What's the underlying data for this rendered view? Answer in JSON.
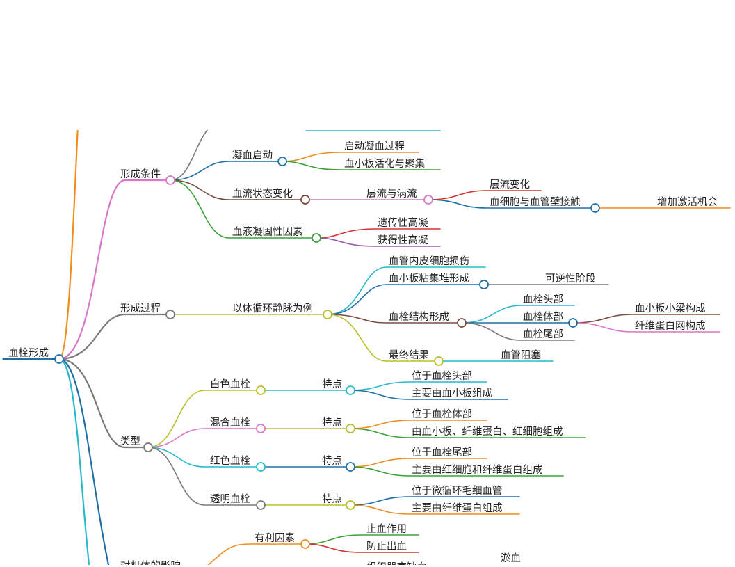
{
  "colors": {
    "orange": "#f08c1c",
    "pink": "#d977c8",
    "gray": "#7a7a7a",
    "blue": "#1f6fa6",
    "cyan": "#27b8cc",
    "green": "#3aa037",
    "brown": "#7b4b40",
    "olive": "#b8bf2a",
    "red": "#cf3232",
    "purple": "#9a5ab0"
  },
  "mindmap": {
    "root": "血栓形成",
    "branches": {
      "formation_conditions": {
        "label": "形成条件",
        "coagulation_start": {
          "label": "凝血启动",
          "children": [
            "启动凝血过程",
            "血小板活化与聚集"
          ]
        },
        "flow_change": {
          "label": "血流状态变化",
          "laminar_vortex": {
            "label": "层流与涡流",
            "laminar_change": "层流变化",
            "cell_contact": {
              "label": "血细胞与血管壁接触",
              "result": "增加激活机会"
            }
          }
        },
        "coagulability": {
          "label": "血液凝固性因素",
          "children": [
            "遗传性高凝",
            "获得性高凝"
          ]
        }
      },
      "formation_process": {
        "label": "形成过程",
        "venous_example": {
          "label": "以体循环静脉为例",
          "endothelial_damage": "血管内皮细胞损伤",
          "platelet_pile": {
            "label": "血小板粘集堆形成",
            "reversible": "可逆性阶段"
          },
          "structure": {
            "label": "血栓结构形成",
            "head": "血栓头部",
            "body": {
              "label": "血栓体部",
              "children": [
                "血小板小梁构成",
                "纤维蛋白网构成"
              ]
            },
            "tail": "血栓尾部"
          },
          "final": {
            "label": "最终结果",
            "result": "血管阻塞"
          }
        }
      },
      "types": {
        "label": "类型",
        "white": {
          "label": "白色血栓",
          "feature": "特点",
          "children": [
            "位于血栓头部",
            "主要由血小板组成"
          ]
        },
        "mixed": {
          "label": "混合血栓",
          "feature": "特点",
          "children": [
            "位于血栓体部",
            "由血小板、纤维蛋白、红细胞组成"
          ]
        },
        "red": {
          "label": "红色血栓",
          "feature": "特点",
          "children": [
            "位于血栓尾部",
            "主要由红细胞和纤维蛋白组成"
          ]
        },
        "transparent": {
          "label": "透明血栓",
          "feature": "特点",
          "children": [
            "位于微循环毛细血管",
            "主要由纤维蛋白组成"
          ]
        }
      },
      "effects": {
        "label": "对机体的影响",
        "beneficial": {
          "label": "有利因素",
          "children": [
            "止血作用",
            "防止出血"
          ]
        },
        "partial": [
          "组织器官缺血",
          "淤血"
        ]
      }
    }
  }
}
